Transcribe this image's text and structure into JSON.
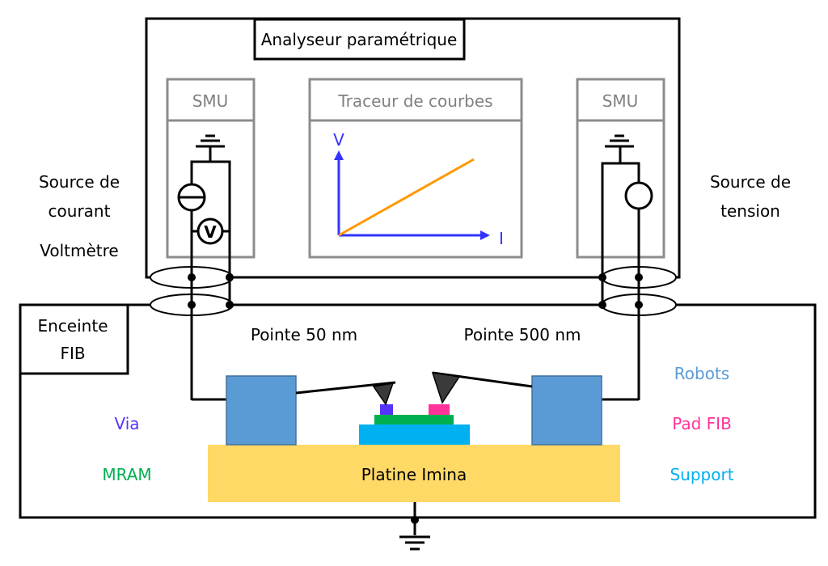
{
  "analyzer": {
    "title": "Analyseur paramétrique"
  },
  "smu_left": {
    "title": "SMU",
    "meter_symbol": "V"
  },
  "smu_right": {
    "title": "SMU"
  },
  "curve_tracer": {
    "title": "Traceur de courbes",
    "y_axis": "V",
    "x_axis": "I"
  },
  "left_labels": {
    "line1": "Source de",
    "line2": "courant",
    "line3": "Voltmètre"
  },
  "right_labels": {
    "line1": "Source de",
    "line2": "tension"
  },
  "chamber": {
    "line1": "Enceinte",
    "line2": "FIB"
  },
  "probes": {
    "left": "Pointe 50 nm",
    "right": "Pointe 500 nm"
  },
  "stage": {
    "label": "Platine Imina"
  },
  "legend": {
    "robots": {
      "label": "Robots",
      "color": "#5B9BD5"
    },
    "pad": {
      "label": "Pad FIB",
      "color": "#FF3399"
    },
    "support": {
      "label": "Support",
      "color": "#00B0F0"
    },
    "via": {
      "label": "Via",
      "color": "#5533FF"
    },
    "mram": {
      "label": "MRAM",
      "color": "#00B050"
    },
    "stage_color": "#FFD966",
    "curve_color": "#FF9900",
    "axis_color": "#3333FF"
  }
}
